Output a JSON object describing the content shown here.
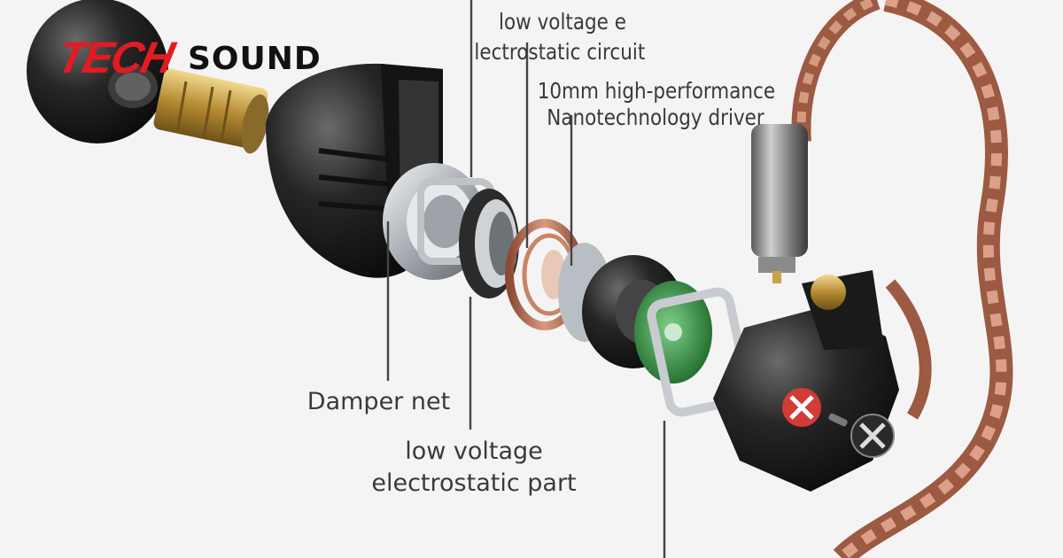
{
  "logo": {
    "part1": "TECH",
    "part2": "SOUND",
    "color_primary": "#e21b23",
    "color_secondary": "#111111"
  },
  "labels": {
    "circuit_line1": "low voltage e",
    "circuit_line2": "lectrostatic circuit",
    "driver_line1": "10mm high-performance",
    "driver_line2": "Nanotechnology driver",
    "damper": "Damper net",
    "part_line1": "low voltage",
    "part_line2": "electrostatic part"
  },
  "colors": {
    "background": "#f4f4f4",
    "shell": "#1e1e1e",
    "brass": "#c9a24a",
    "copper": "#b9725a",
    "metal": "#b9bec4",
    "green_board": "#2f8a3a",
    "screw_red": "#d23b36"
  }
}
